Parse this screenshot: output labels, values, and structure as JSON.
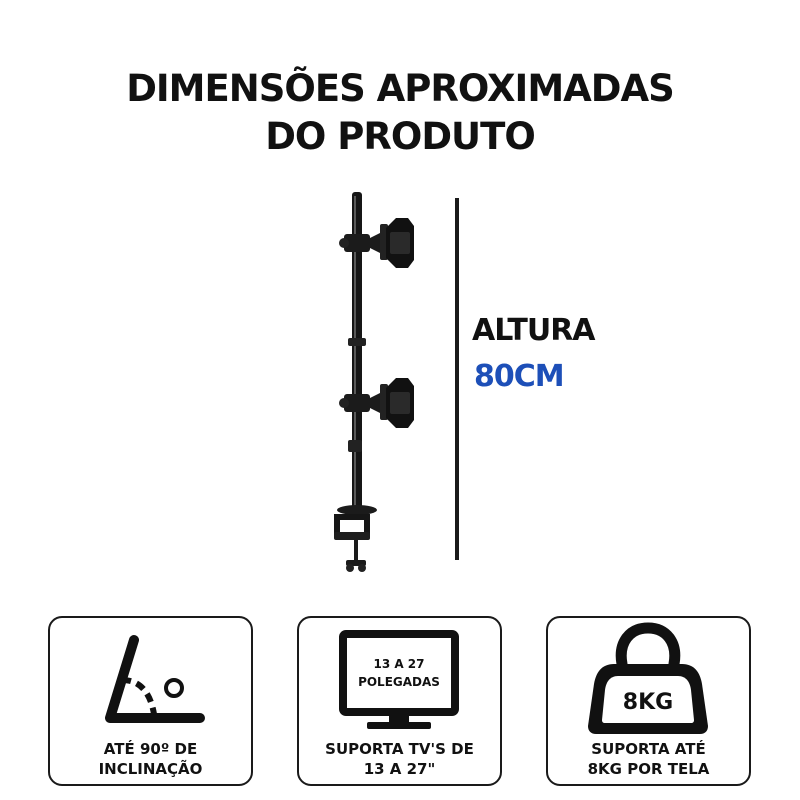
{
  "title": {
    "line1": "DIMENSÕES APROXIMADAS",
    "line2": "DO PRODUTO"
  },
  "height": {
    "label": "ALTURA",
    "value": "80CM",
    "value_color": "#1d4fb8"
  },
  "features": [
    {
      "icon": "tilt-angle-icon",
      "caption_line1": "ATÉ 90º DE",
      "caption_line2": "INCLINAÇÃO"
    },
    {
      "icon": "monitor-icon",
      "screen_line1": "13 A 27",
      "screen_line2": "POLEGADAS",
      "caption_line1": "SUPORTA TV'S DE",
      "caption_line2": "13 A 27\""
    },
    {
      "icon": "weight-icon",
      "weight_label": "8KG",
      "caption_line1": "SUPORTA ATÉ",
      "caption_line2": "8KG POR TELA"
    }
  ]
}
